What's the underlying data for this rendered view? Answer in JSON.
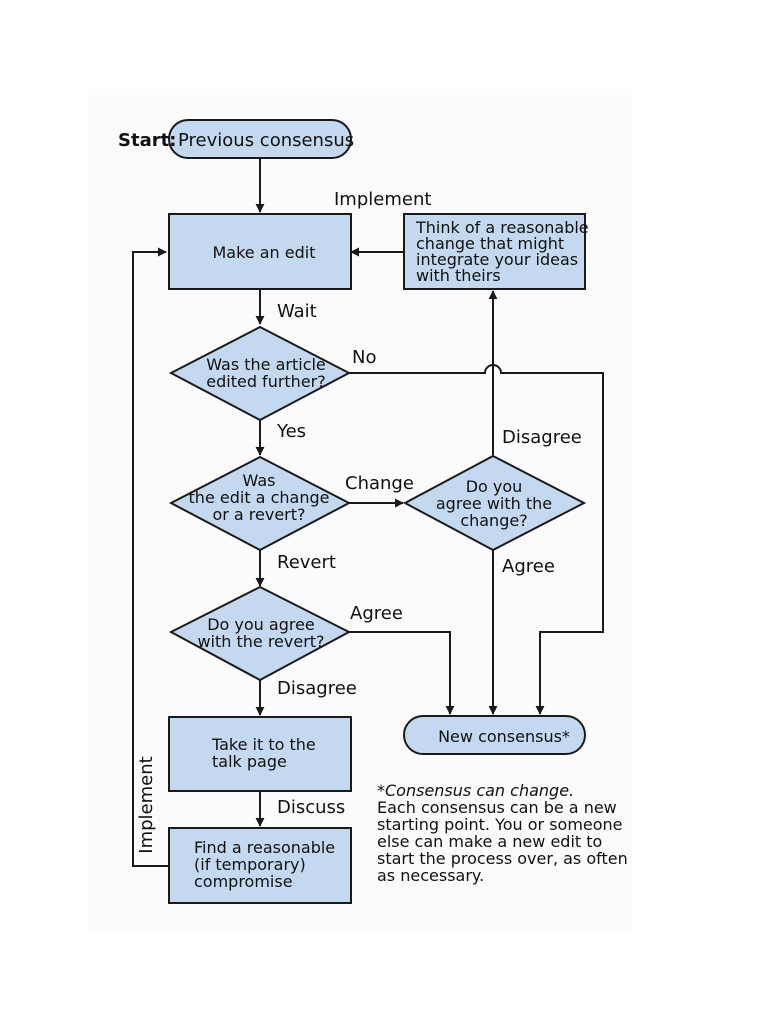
{
  "start_label": "Start:",
  "nodes": {
    "previous_consensus": "Previous consensus",
    "make_edit": "Make an edit",
    "think_change": [
      "Think of a reasonable",
      "change that might",
      "integrate your ideas",
      "with theirs"
    ],
    "was_edited": [
      "Was the article",
      "edited further?"
    ],
    "change_or_revert": [
      "Was",
      "the edit a change",
      "or a revert?"
    ],
    "agree_change": [
      "Do you",
      "agree with the",
      "change?"
    ],
    "agree_revert": [
      "Do you agree",
      "with the revert?"
    ],
    "talk_page": [
      "Take it to the",
      "talk page"
    ],
    "compromise": [
      "Find a reasonable",
      "(if temporary)",
      "compromise"
    ],
    "new_consensus": "New consensus*"
  },
  "edge_labels": {
    "implement_top": "Implement",
    "wait": "Wait",
    "no": "No",
    "yes": "Yes",
    "disagree_change": "Disagree",
    "change": "Change",
    "agree_change": "Agree",
    "revert": "Revert",
    "agree_revert": "Agree",
    "disagree_revert": "Disagree",
    "discuss": "Discuss",
    "implement_left": "Implement"
  },
  "footnote": {
    "title": "*Consensus can change.",
    "lines": [
      "Each consensus can be a new",
      "starting point. You or someone",
      "else can make a new edit to",
      "start the process over, as often",
      "as necessary."
    ]
  },
  "colors": {
    "node_fill": "#c4d9ef",
    "stroke": "#1a1a1a"
  }
}
